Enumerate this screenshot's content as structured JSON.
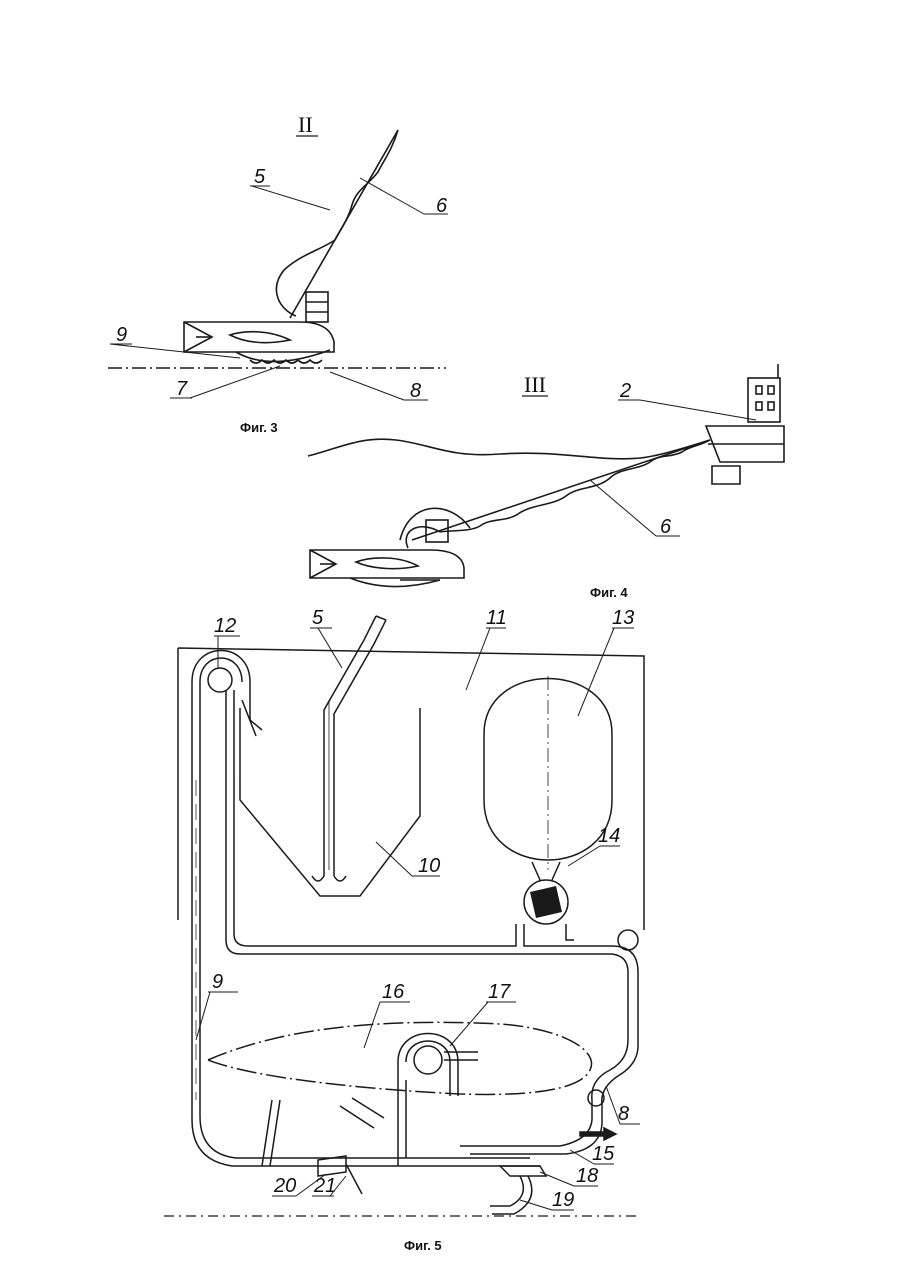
{
  "figures": {
    "fig3": {
      "caption": "Фиг. 3",
      "roman": "II",
      "labels": {
        "l5": "5",
        "l6": "6",
        "l7": "7",
        "l8": "8",
        "l9": "9"
      }
    },
    "fig4": {
      "caption": "Фиг. 4",
      "roman": "III",
      "labels": {
        "l2": "2",
        "l6": "6"
      }
    },
    "fig5": {
      "caption": "Фиг. 5",
      "labels": {
        "l5": "5",
        "l8": "8",
        "l9": "9",
        "l10": "10",
        "l11": "11",
        "l12": "12",
        "l13": "13",
        "l14": "14",
        "l15": "15",
        "l16": "16",
        "l17": "17",
        "l18": "18",
        "l19": "19",
        "l20": "20",
        "l21": "21"
      }
    }
  },
  "colors": {
    "ink": "#1a1a1a",
    "paper": "#ffffff"
  }
}
